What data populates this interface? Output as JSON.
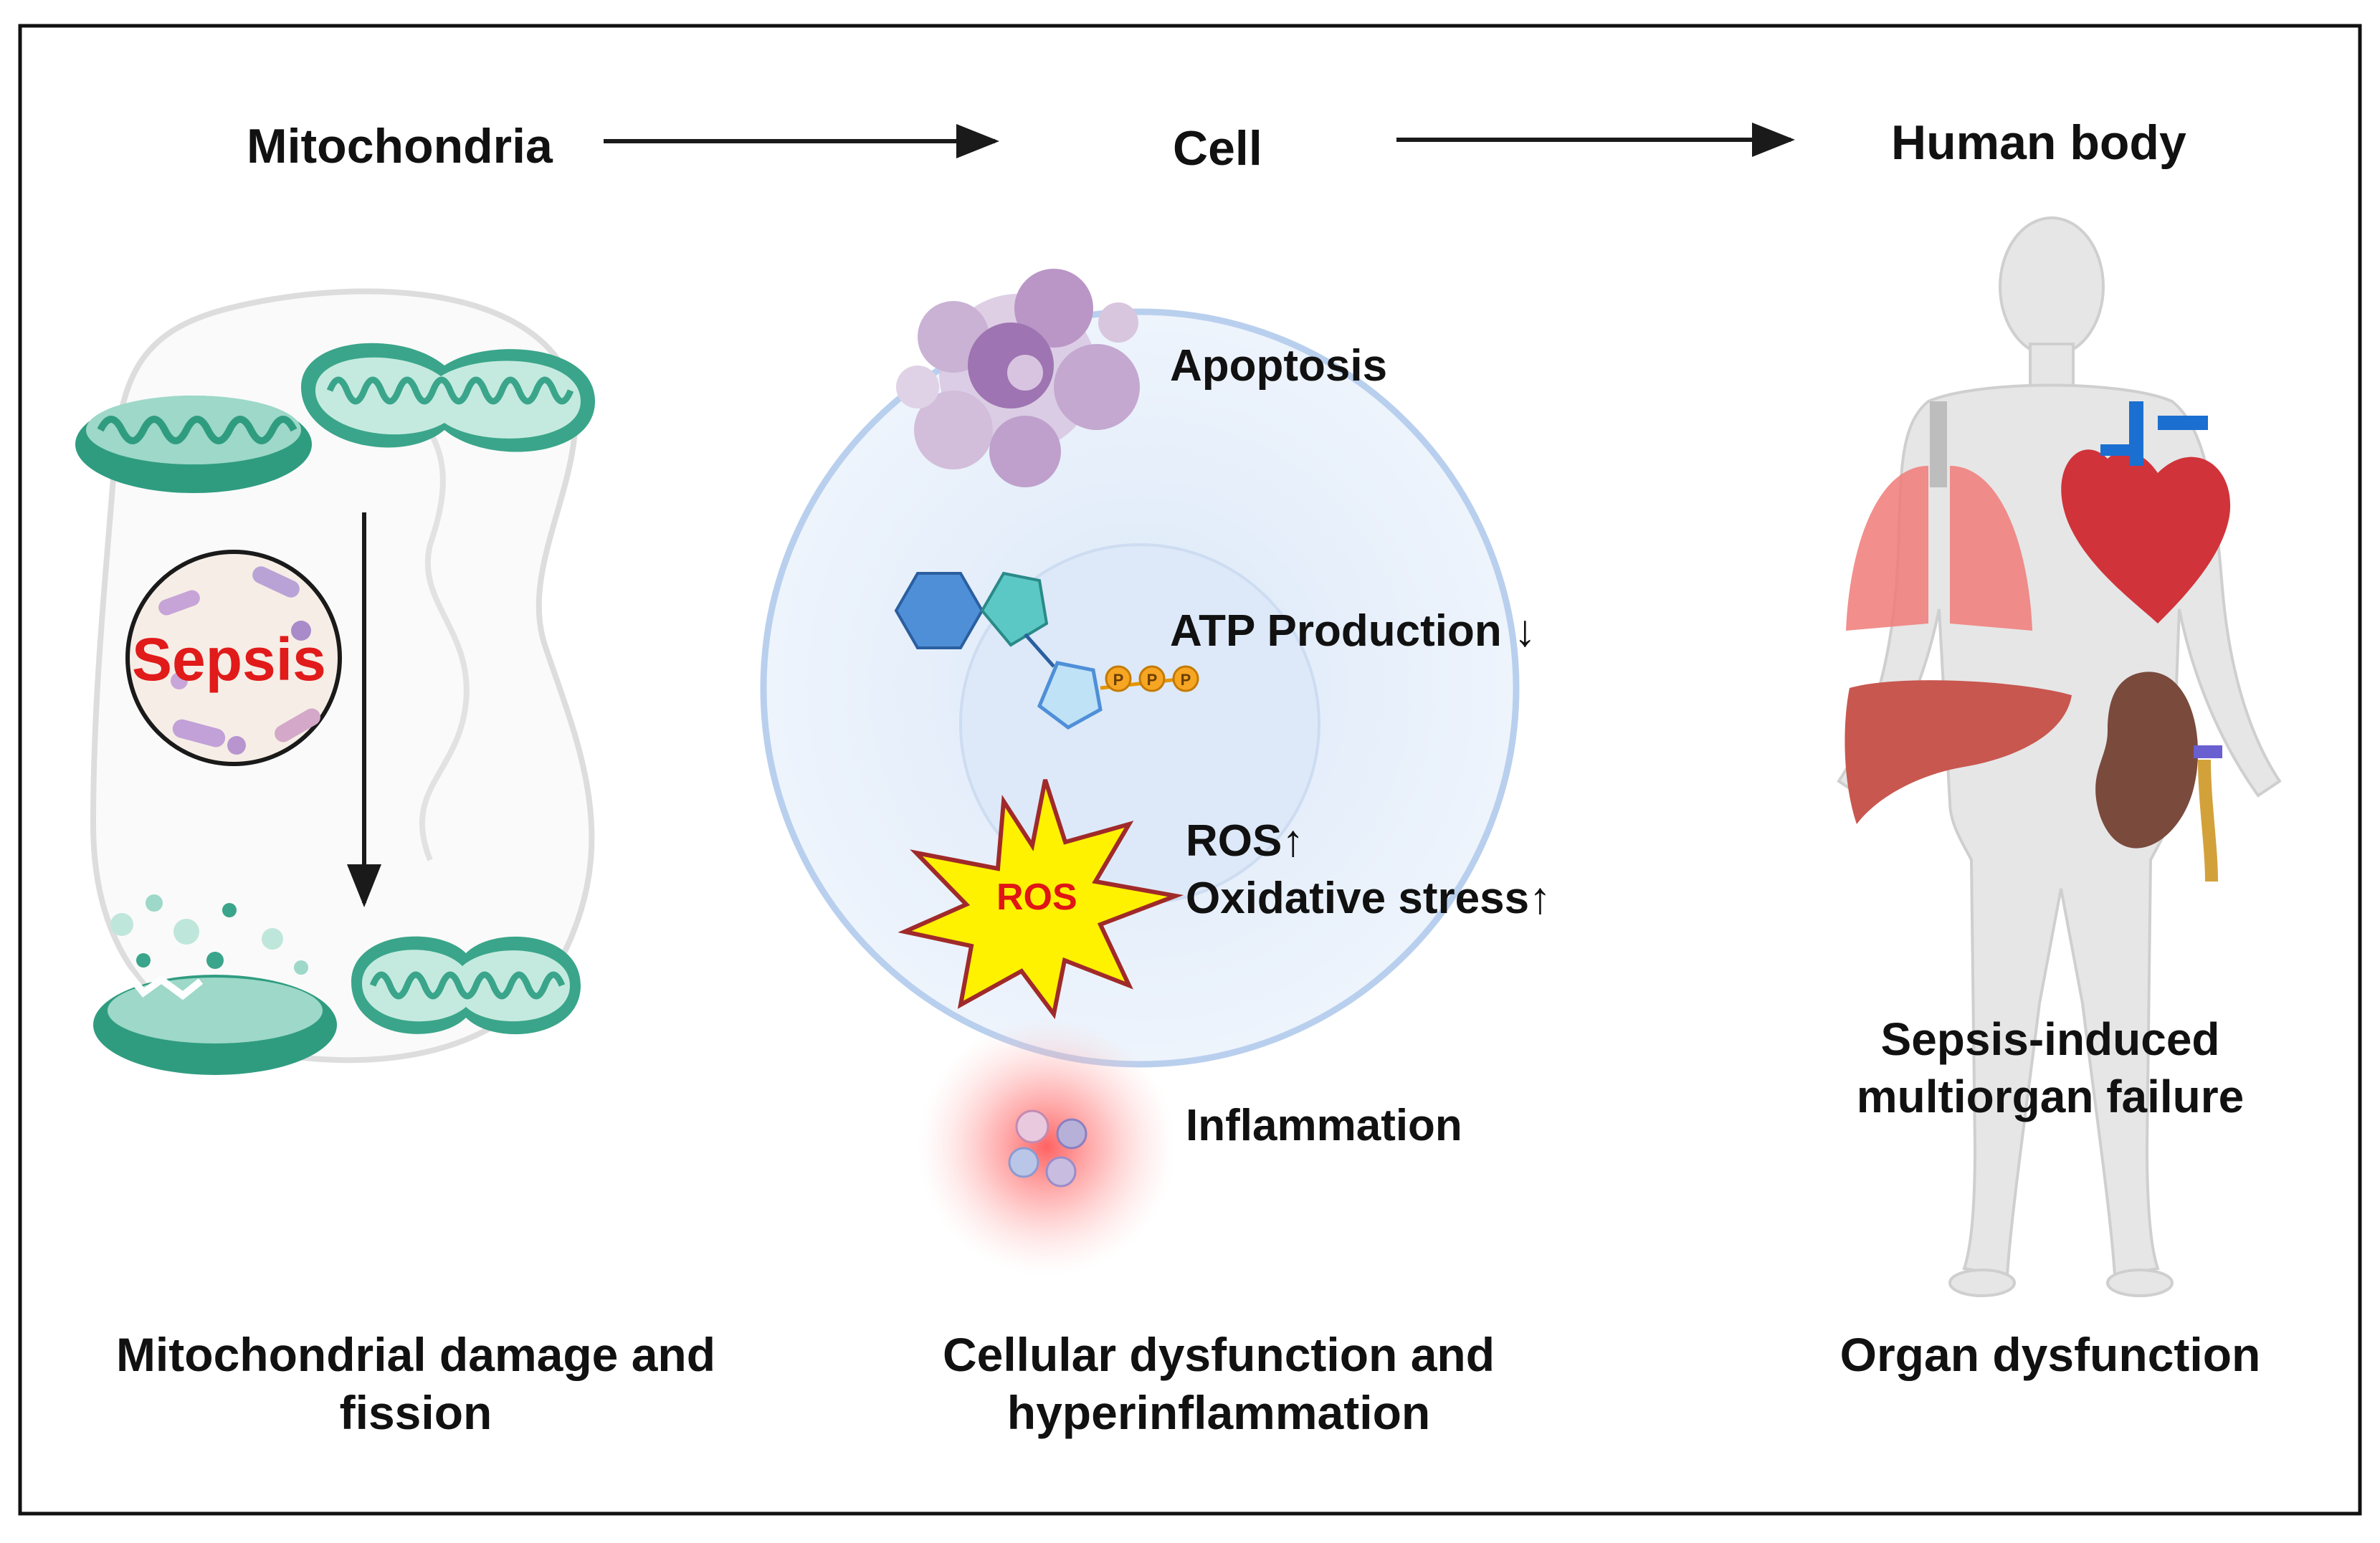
{
  "columns": {
    "mitochondria": {
      "header": "Mitochondria",
      "center_label": "Sepsis",
      "caption_line1": "Mitochondrial damage and",
      "caption_line2": "fission"
    },
    "cell": {
      "header": "Cell",
      "effects": {
        "apoptosis": "Apoptosis",
        "atp": "ATP Production ↓",
        "ros": "ROS↑",
        "oxidative": "Oxidative stress↑",
        "inflammation": "Inflammation"
      },
      "ros_burst_label": "ROS",
      "phosphate_label": "P",
      "caption_line1": "Cellular dysfunction and",
      "caption_line2": "hyperinflammation"
    },
    "body": {
      "header": "Human body",
      "center_line1": "Sepsis-induced",
      "center_line2": "multiorgan failure",
      "caption": "Organ dysfunction"
    }
  },
  "colors": {
    "mito_fill": "#3aa58a",
    "mito_inner": "#bfe6da",
    "sepsis_text": "#e11a1a",
    "ros_burst": "#fff200",
    "ros_text": "#e01515",
    "cell_ring": "#b9cfee",
    "atp_hex": "#4f8fd8",
    "atp_pent": "#5cc8c6",
    "phosphate": "#f6a623",
    "inflammation_glow": "#ff5a5a",
    "lung": "#f07a78",
    "heart": "#d1333a",
    "liver": "#c8574f",
    "kidney": "#7a4a3c",
    "body": "#e6e6e6"
  },
  "icons": {
    "mitochondrion": "mitochondrion-icon",
    "bacteria": "bacteria-icon",
    "apoptosis": "apoptotic-cell-icon",
    "atp": "atp-molecule-icon",
    "ros": "ros-burst-icon",
    "inflammation": "immune-cells-icon",
    "human": "human-body-icon",
    "lungs": "lungs-icon",
    "heart": "heart-icon",
    "liver": "liver-icon",
    "kidney": "kidney-icon"
  }
}
